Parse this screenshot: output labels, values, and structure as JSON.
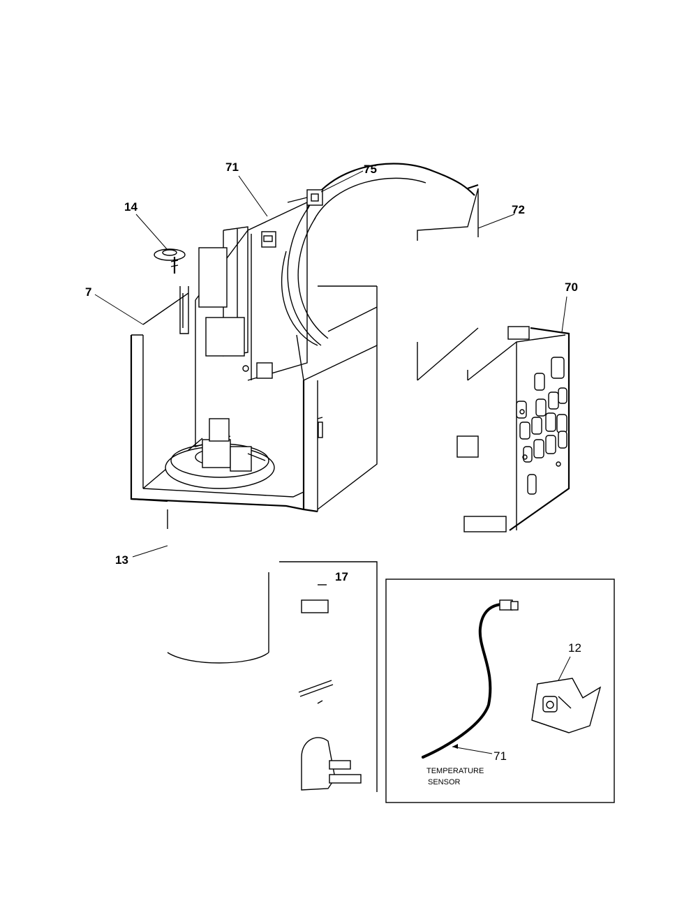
{
  "callouts": {
    "c71": "71",
    "c75": "75",
    "c14": "14",
    "c72": "72",
    "c70": "70",
    "c7": "7",
    "c13": "13",
    "c17": "17"
  },
  "inset": {
    "c12": "12",
    "c71": "71",
    "sensor_line1": "TEMPERATURE",
    "sensor_line2": "SENSOR"
  }
}
